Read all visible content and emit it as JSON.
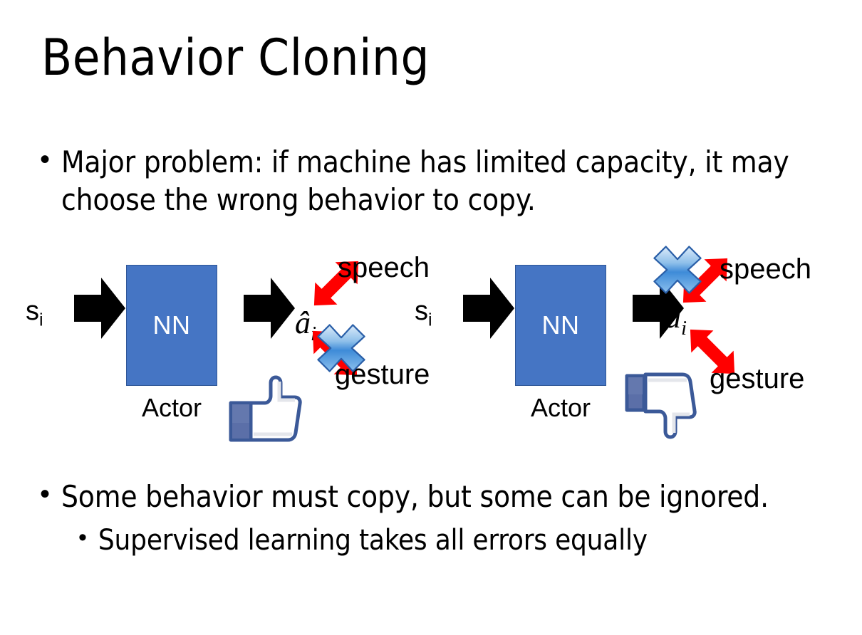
{
  "slide": {
    "title": "Behavior Cloning",
    "background_color": "#FFFFFF",
    "text_color": "#000000"
  },
  "bullets": [
    {
      "marker": "•",
      "text": "Major problem: if machine has limited capacity, it may choose the wrong behavior to copy.",
      "level": 1
    },
    {
      "marker": "•",
      "text": "Some behavior must copy, but some can be ignored.",
      "level": 1
    },
    {
      "marker": "•",
      "text": "Supervised learning takes all errors equally",
      "level": 2
    }
  ],
  "diagram": {
    "colors": {
      "nn_fill": "#4575C4",
      "nn_border": "#2E5596",
      "arrow_black": "#000000",
      "arrow_red": "#FF0000",
      "cross_blue": "#3E8BD8",
      "cross_blue_light": "#CFE4F7",
      "cross_outline": "#2A5FA8",
      "thumb_outline": "#3B5998",
      "thumb_cuff": "#5B6FA8",
      "thumb_fill": "#FFFFFF",
      "thumb_shadow": "#E4E6EB"
    },
    "panels": [
      {
        "id": "left",
        "state_label": "s",
        "state_subscript": "i",
        "nn_label": "NN",
        "actor_label": "Actor",
        "action_label": "â",
        "action_subscript": "i",
        "branches": [
          {
            "name": "speech",
            "label": "speech",
            "crossed": false
          },
          {
            "name": "gesture",
            "label": "gesture",
            "crossed": true
          }
        ],
        "verdict": "thumbs-up",
        "cross_on": "gesture"
      },
      {
        "id": "right",
        "state_label": "s",
        "state_subscript": "i",
        "nn_label": "NN",
        "actor_label": "Actor",
        "action_label": "â",
        "action_subscript": "i",
        "branches": [
          {
            "name": "speech",
            "label": "speech",
            "crossed": true
          },
          {
            "name": "gesture",
            "label": "gesture",
            "crossed": false
          }
        ],
        "verdict": "thumbs-down",
        "cross_on": "speech"
      }
    ]
  },
  "icons": {
    "block_arrow": "block-right-arrow-icon",
    "double_arrow": "red-double-headed-arrow-icon",
    "cross": "blue-cross-icon",
    "thumb_up": "thumbs-up-icon",
    "thumb_down": "thumbs-down-icon"
  }
}
